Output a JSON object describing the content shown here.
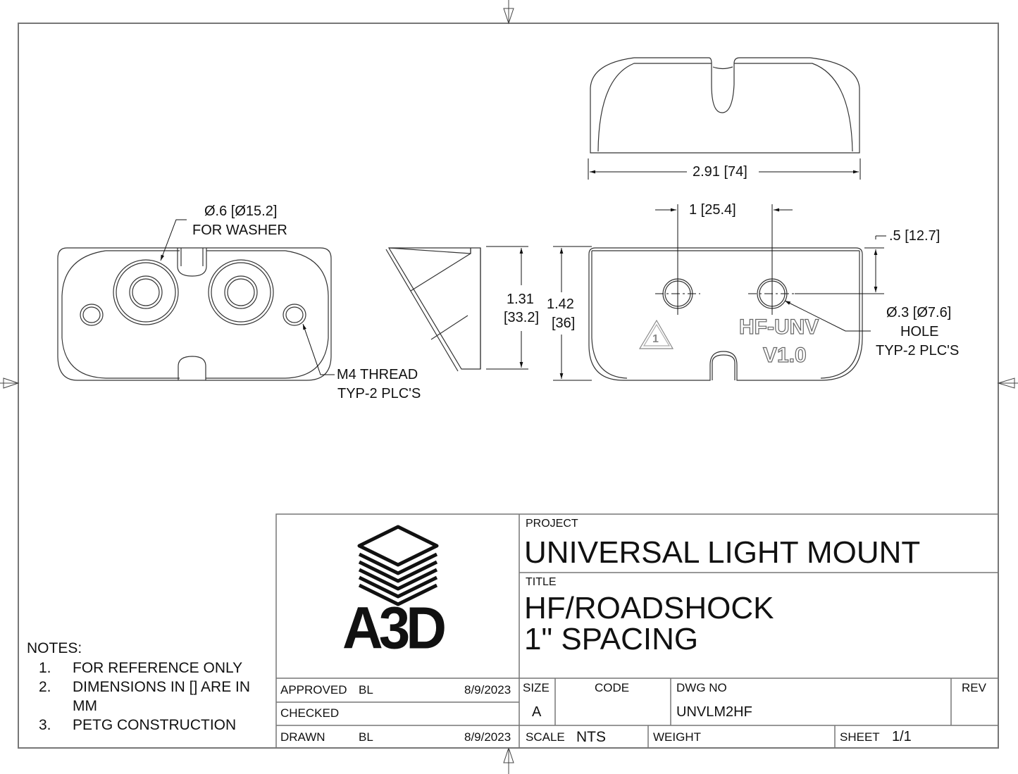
{
  "drawing": {
    "front_view": {
      "callout_washer": {
        "line1": "Ø.6 [Ø15.2]",
        "line2": "FOR WASHER"
      },
      "callout_thread": {
        "line1": "M4 THREAD",
        "line2": "TYP-2 PLC'S"
      }
    },
    "side_view": {
      "height_dim": {
        "inch": "1.31",
        "mm": "[33.2]"
      }
    },
    "top_view": {
      "width_dim": "2.91 [74]"
    },
    "back_view": {
      "height_dim": {
        "inch": "1.42",
        "mm": "[36]"
      },
      "spacing_dim": "1 [25.4]",
      "offset_dim": ".5 [12.7]",
      "hole_callout": {
        "line1": "Ø.3 [Ø7.6]",
        "line2": "HOLE",
        "line3": "TYP-2 PLC'S"
      },
      "embossed_text": {
        "line1": "HF-UNV",
        "line2": "V1.0"
      },
      "recycle_code": "1"
    }
  },
  "notes": {
    "heading": "NOTES:",
    "items": [
      {
        "num": "1.",
        "text": "FOR REFERENCE ONLY"
      },
      {
        "num": "2.",
        "text": "DIMENSIONS IN [] ARE IN",
        "text2": "MM"
      },
      {
        "num": "3.",
        "text": "PETG CONSTRUCTION"
      }
    ]
  },
  "title_block": {
    "logo_text": "A3D",
    "project_label": "PROJECT",
    "project_value": "UNIVERSAL LIGHT MOUNT",
    "title_label": "TITLE",
    "title_line1": "HF/ROADSHOCK",
    "title_line2": "1\" SPACING",
    "approved": {
      "label": "APPROVED",
      "by": "BL",
      "date": "8/9/2023"
    },
    "checked": {
      "label": "CHECKED",
      "by": "",
      "date": ""
    },
    "drawn": {
      "label": "DRAWN",
      "by": "BL",
      "date": "8/9/2023"
    },
    "size_label": "SIZE",
    "size_value": "A",
    "code_label": "CODE",
    "code_value": "",
    "dwg_no_label": "DWG NO",
    "dwg_no_value": "UNVLM2HF",
    "rev_label": "REV",
    "rev_value": "",
    "scale_label": "SCALE",
    "scale_value": "NTS",
    "weight_label": "WEIGHT",
    "weight_value": "",
    "sheet_label": "SHEET",
    "sheet_value": "1/1"
  }
}
